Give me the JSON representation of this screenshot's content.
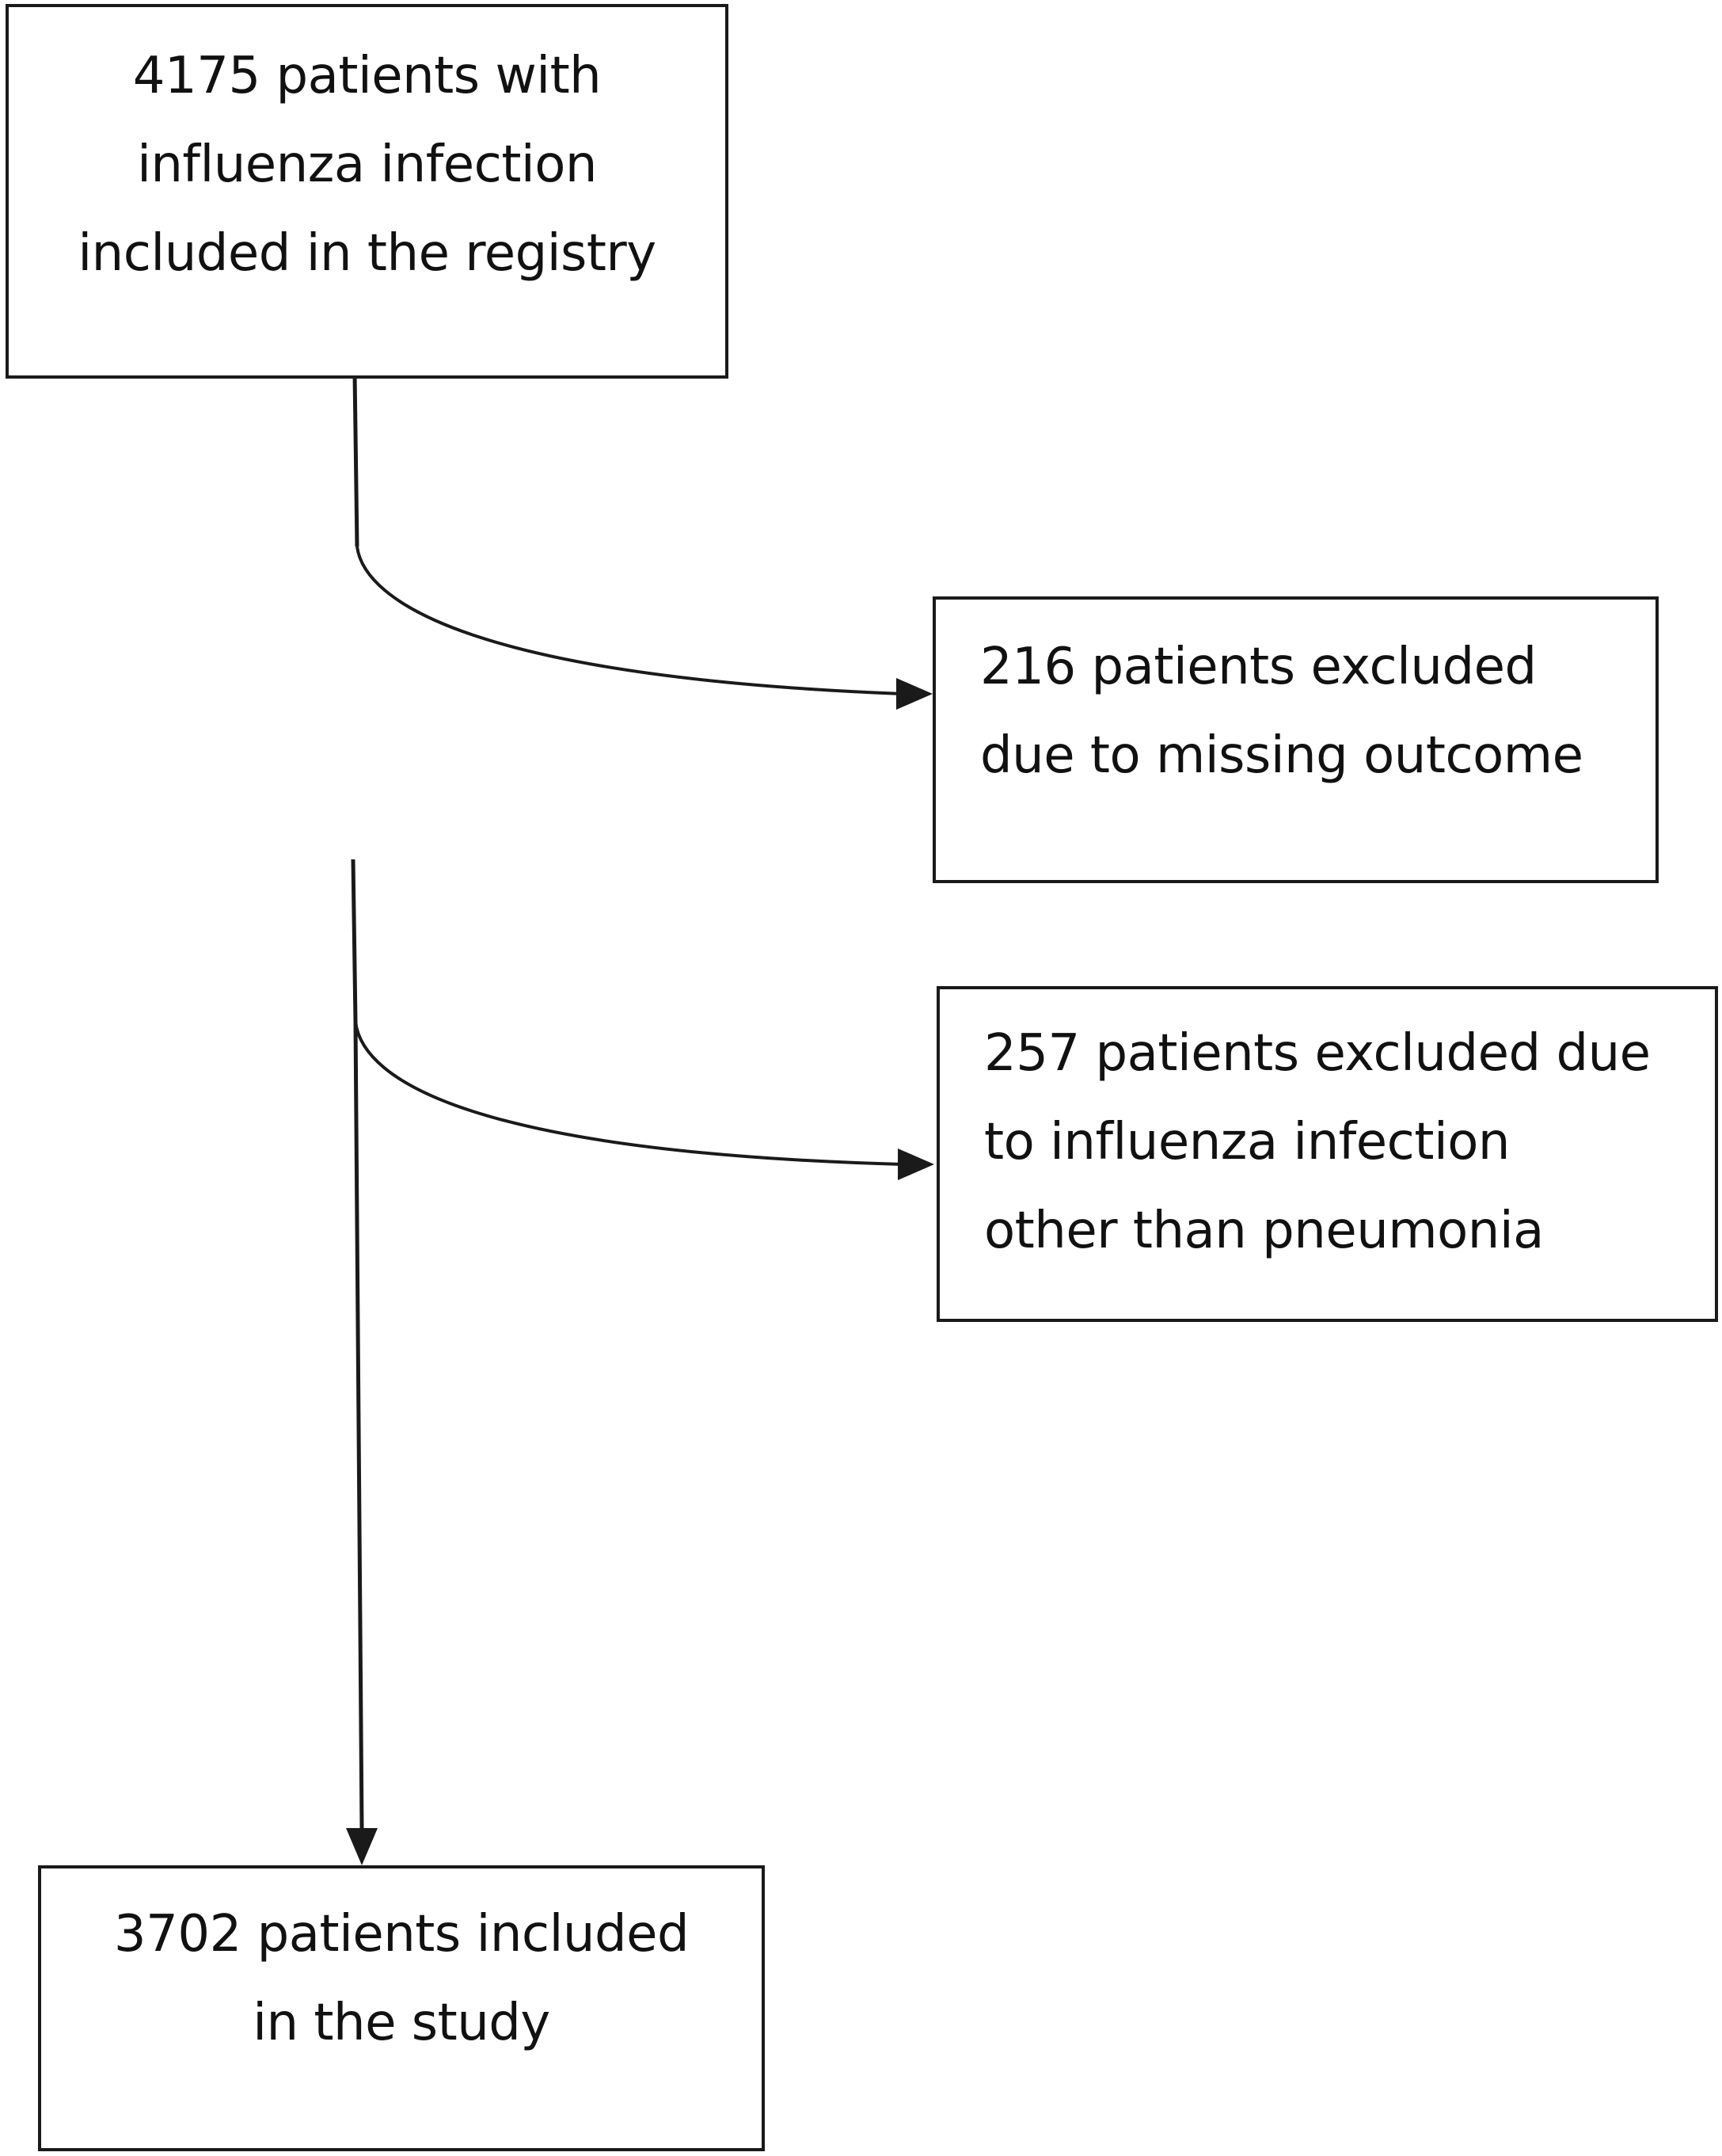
{
  "nodes": {
    "start": {
      "lines": [
        "4175 patients with",
        "influenza infection",
        "included in the registry"
      ]
    },
    "exclusion_1": {
      "lines": [
        "216 patients excluded",
        "due to missing outcome"
      ]
    },
    "exclusion_2": {
      "lines": [
        "257 patients excluded due",
        "to influenza infection",
        "other than pneumonia"
      ]
    },
    "final": {
      "lines": [
        "3702 patients included",
        "in the study"
      ]
    }
  },
  "colors": {
    "line": "#1a1a1a",
    "text": "#111111",
    "background": "#ffffff"
  }
}
